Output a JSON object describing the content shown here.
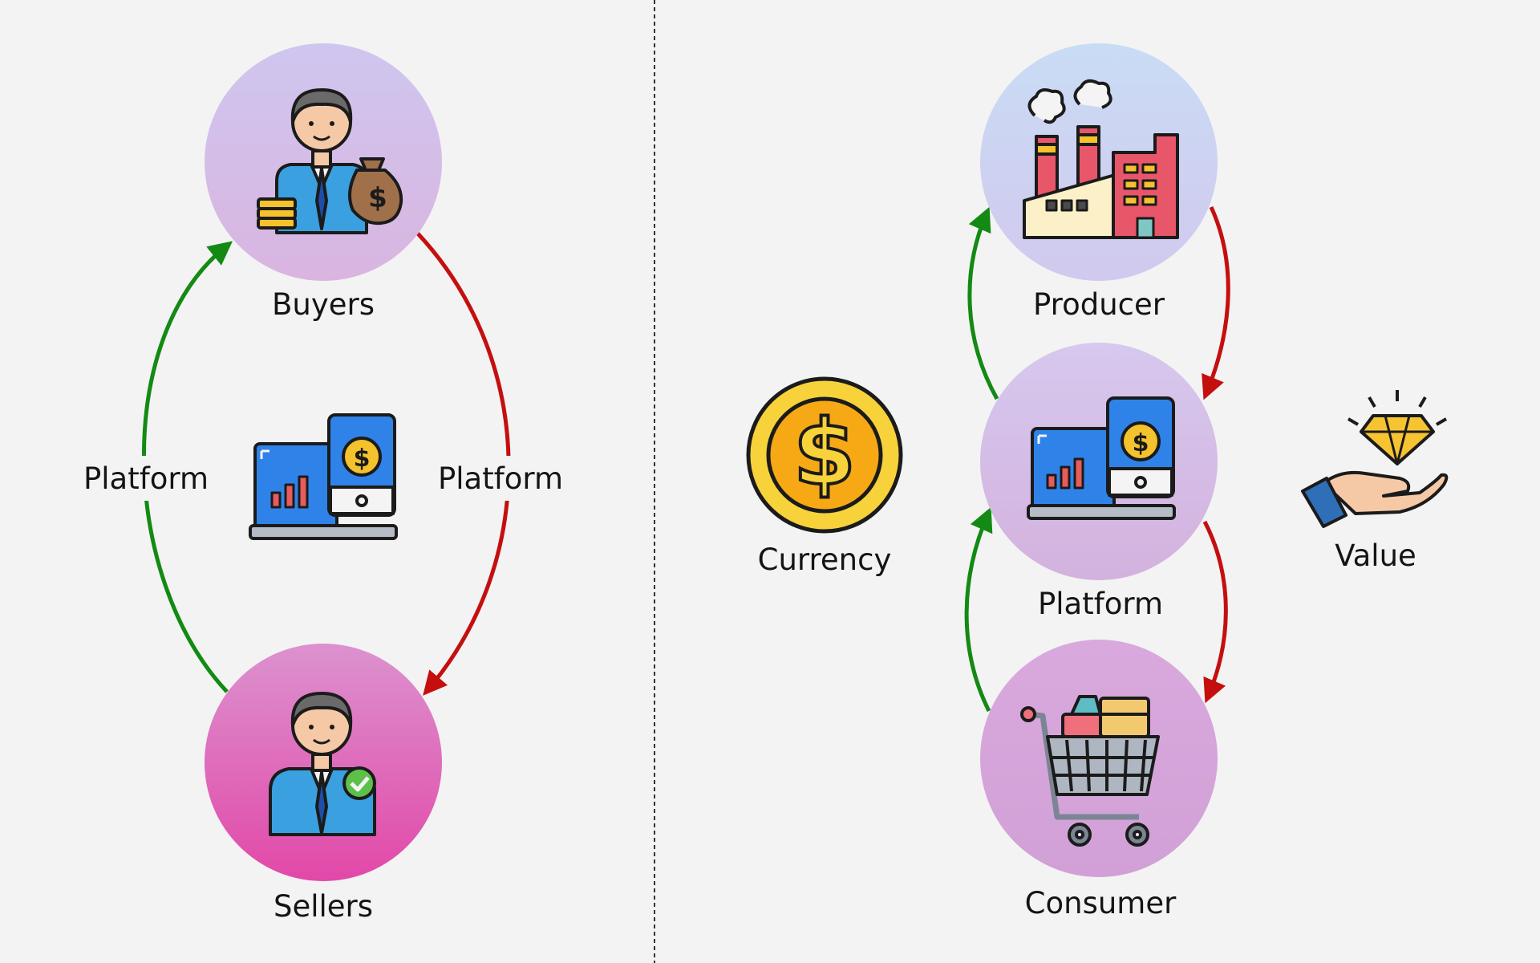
{
  "left_panel": {
    "buyers_label": "Buyers",
    "sellers_label": "Sellers",
    "left_arrow_label": "Platform",
    "right_arrow_label": "Platform"
  },
  "right_panel": {
    "producer_label": "Producer",
    "platform_label": "Platform",
    "consumer_label": "Consumer",
    "currency_label": "Currency",
    "value_label": "Value"
  },
  "colors": {
    "forward_arrow": "#138a13",
    "return_arrow": "#c50f0f",
    "node_lavender": "#d2c4ec",
    "node_magenta": "#e24fad",
    "background": "#f3f3f3"
  }
}
